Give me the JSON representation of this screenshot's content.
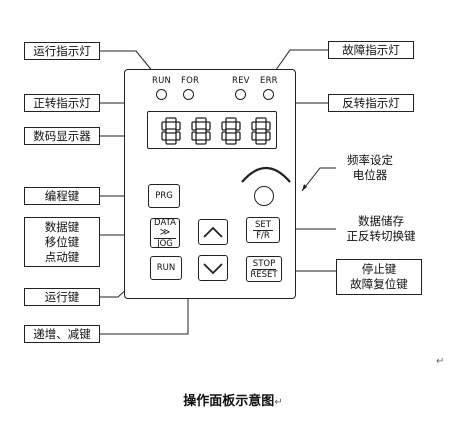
{
  "callouts": {
    "run_led": "运行指示灯",
    "fault_led": "故障指示灯",
    "fwd_led": "正转指示灯",
    "rev_led": "反转指示灯",
    "display": "数码显示器",
    "potentiometer": [
      "频率设定",
      "电位器"
    ],
    "program_key": "编程键",
    "data_key": [
      "数据键",
      "移位键",
      "点动键"
    ],
    "save_key": [
      "数据储存",
      "正反转切换键"
    ],
    "run_key": "运行键",
    "stop_key": [
      "停止键",
      "故障复位键"
    ],
    "updown_keys": "递增、减键"
  },
  "panel": {
    "indicators": {
      "run": "RUN",
      "for": "FOR",
      "rev": "REV",
      "err": "ERR"
    },
    "display_value": "8888",
    "keys": {
      "prg": "PRG",
      "data_top": "DATA",
      "data_mid": "≫",
      "data_bottom": "JOG",
      "set_top": "SET",
      "set_bottom": "F/R",
      "run": "RUN",
      "stop_top": "STOP",
      "stop_bottom": "RESET"
    }
  },
  "caption": "操作面板示意图",
  "paragraph_mark": "↵",
  "icons": {
    "up": "up-arrow-icon",
    "down": "down-arrow-icon",
    "knob": "potentiometer-knob-icon"
  }
}
